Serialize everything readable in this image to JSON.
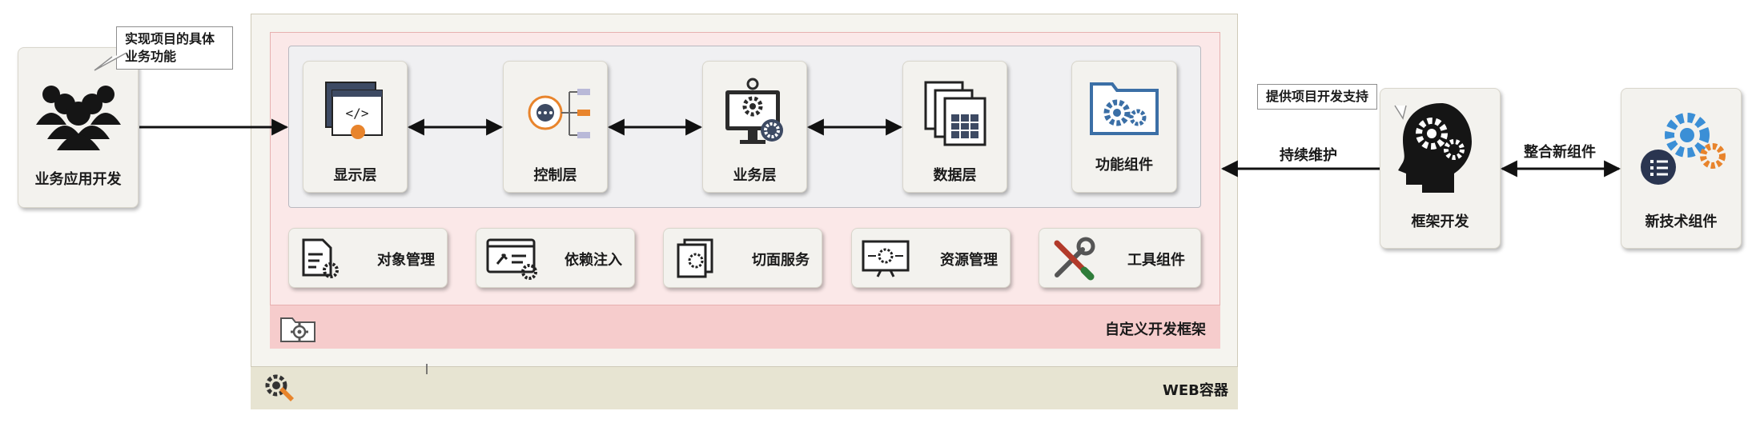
{
  "left": {
    "app_dev_label": "业务应用开发",
    "callout": "实现项目的具体业务功能"
  },
  "framework": {
    "layers": [
      "显示层",
      "控制层",
      "业务层",
      "数据层",
      "功能组件"
    ],
    "services": [
      "对象管理",
      "依赖注入",
      "切面服务",
      "资源管理",
      "工具组件"
    ],
    "custom_frame_label": "自定义开发框架",
    "web_container_label": "WEB容器"
  },
  "right": {
    "framework_dev_label": "框架开发",
    "framework_dev_callout": "提供项目开发支持",
    "maintain_label": "持续维护",
    "integrate_label": "整合新组件",
    "new_tech_label": "新技术组件"
  },
  "colors": {
    "card_bg": "#f3f2ee",
    "frame_pink": "#fbe8e8",
    "frame_pink_footer": "#f6cccc",
    "container_beige": "#f5f4ef",
    "container_footer": "#e7e4d2",
    "icon_dark": "#2b2b2b",
    "icon_orange": "#e8842c",
    "icon_blue": "#3b8fd6"
  }
}
